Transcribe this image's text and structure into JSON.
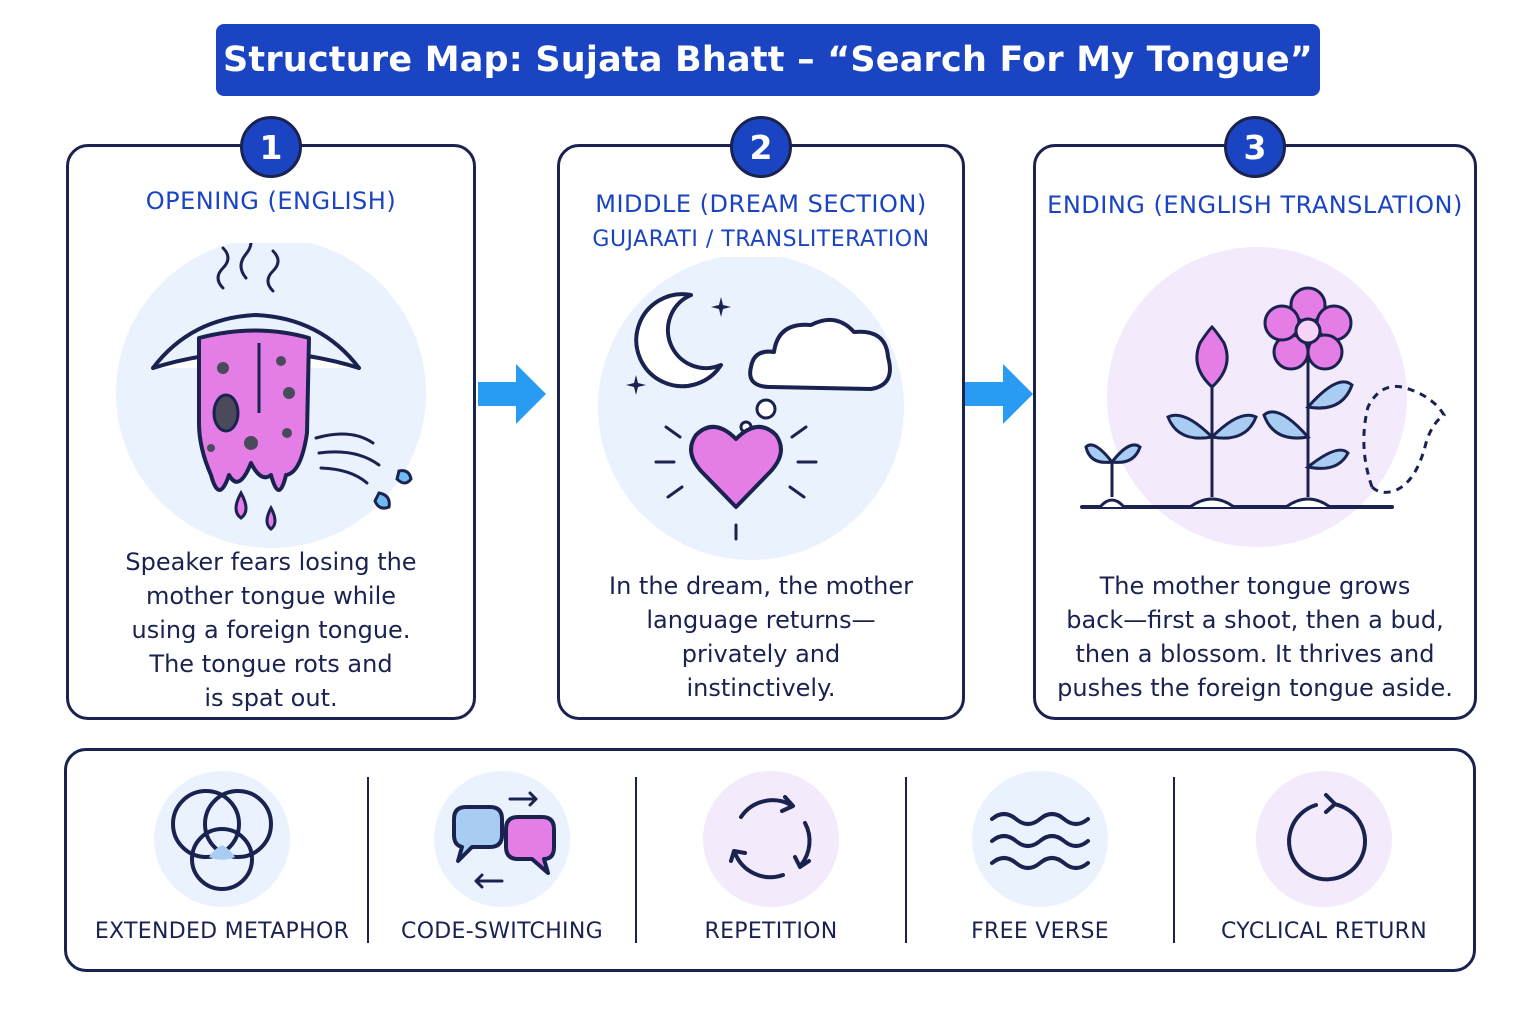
{
  "title": "Structure Map: Sujata Bhatt – “Search For My Tongue”",
  "colors": {
    "title_bg": "#1a44c2",
    "heading": "#1a44c2",
    "outline": "#1a2250",
    "arrow": "#2a9bf2",
    "pink": "#e47ee6",
    "light_blue_bg": "#eaf3fd",
    "light_purple_bg": "#f3eafb"
  },
  "stages": [
    {
      "number": "1",
      "heading": "OPENING (ENGLISH)",
      "subheading": "",
      "icon": "rotting-tongue-icon",
      "description_lines": [
        "Speaker fears losing the",
        "mother tongue while",
        "using a foreign tongue.",
        "The tongue rots and",
        "is spat out."
      ]
    },
    {
      "number": "2",
      "heading": "MIDDLE (DREAM SECTION)",
      "subheading": "GUJARATI / TRANSLITERATION",
      "icon": "dream-heart-icon",
      "description_lines": [
        "In the dream, the mother",
        "language returns—",
        "privately and",
        "instinctively."
      ]
    },
    {
      "number": "3",
      "heading": "ENDING (ENGLISH TRANSLATION)",
      "subheading": "",
      "icon": "growing-flower-icon",
      "description_lines": [
        "The mother tongue grows",
        "back—first a shoot, then a bud,",
        "then a blossom. It thrives and",
        "pushes the foreign tongue aside."
      ]
    }
  ],
  "devices": [
    {
      "label": "EXTENDED METAPHOR",
      "icon": "venn-circles-icon"
    },
    {
      "label": "CODE-SWITCHING",
      "icon": "speech-bubbles-icon"
    },
    {
      "label": "REPETITION",
      "icon": "cycle-arrows-icon"
    },
    {
      "label": "FREE VERSE",
      "icon": "wavy-lines-icon"
    },
    {
      "label": "CYCLICAL RETURN",
      "icon": "circular-return-icon"
    }
  ]
}
